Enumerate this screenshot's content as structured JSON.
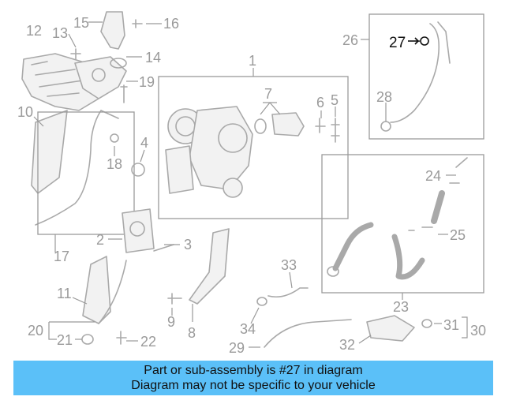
{
  "callouts": {
    "c1": "1",
    "c2": "2",
    "c3": "3",
    "c4": "4",
    "c5": "5",
    "c6": "6",
    "c7": "7",
    "c8": "8",
    "c9": "9",
    "c10": "10",
    "c11": "11",
    "c12": "12",
    "c13": "13",
    "c14": "14",
    "c15": "15",
    "c16": "16",
    "c17": "17",
    "c18": "18",
    "c19": "19",
    "c20": "20",
    "c21": "21",
    "c22": "22",
    "c23": "23",
    "c24": "24",
    "c25": "25",
    "c26": "26",
    "c27": "27",
    "c28": "28",
    "c29": "29",
    "c30": "30",
    "c31": "31",
    "c32": "32",
    "c33": "33",
    "c34": "34"
  },
  "highlight_color": "#111111",
  "banner": {
    "line1": "Part or sub-assembly is #27 in diagram",
    "line2": "Diagram may not be specific to your vehicle",
    "color": "#5bc0f8"
  }
}
